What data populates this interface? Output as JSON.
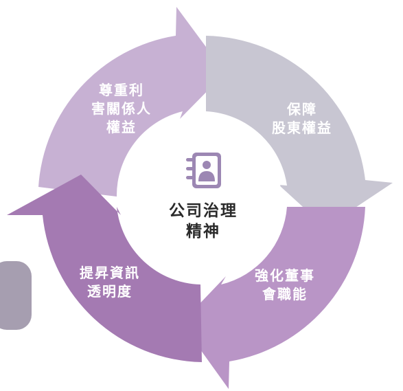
{
  "center": {
    "line1": "公司治理",
    "line2": "精神",
    "icon": "address-book-icon"
  },
  "segments": [
    {
      "id": "top-left",
      "lines": [
        "尊重利",
        "害關係人",
        "權益"
      ],
      "color": "#c7b1d3"
    },
    {
      "id": "top-right",
      "lines": [
        "保障",
        "股東權益"
      ],
      "color": "#c8c6d2"
    },
    {
      "id": "bottom-right",
      "lines": [
        "強化董事",
        "會職能"
      ],
      "color": "#b995c6"
    },
    {
      "id": "bottom-left",
      "lines": [
        "提昇資訊",
        "透明度"
      ],
      "color": "#a47ab2"
    }
  ],
  "colors": {
    "icon": "#9c87b3",
    "side_tab": "#a69eb0",
    "center_fill": "#ffffff"
  }
}
